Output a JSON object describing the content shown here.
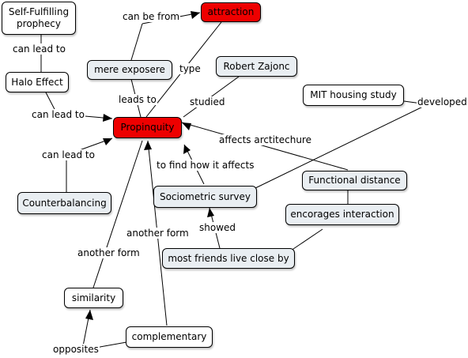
{
  "concepts": {
    "self_fulfilling": "Self-Fulfilling prophecy",
    "attraction": "attraction",
    "mere_exposure": "mere exposere",
    "robert_zajonc": "Robert Zajonc",
    "halo_effect": "Halo Effect",
    "mit_study": "MIT housing study",
    "propinquity": "Propinquity",
    "functional_distance": "Functional distance",
    "sociometric": "Sociometric survey",
    "counterbalancing": "Counterbalancing",
    "encourages": "encorages interaction",
    "most_friends": "most friends live close by",
    "similarity": "similarity",
    "complementary": "complementary"
  },
  "links": {
    "can_be_from": "can be from",
    "can_lead_to_1": "can lead to",
    "type": "type",
    "leads_to": "leads to",
    "studied": "studied",
    "developed": "developed",
    "can_lead_to_2": "can lead to",
    "affects_architecture": "affects arctitechure",
    "can_lead_to_3": "can lead to",
    "to_find": "to find how it affects",
    "showed": "showed",
    "another_form_1": "another form",
    "another_form_2": "another form",
    "opposites": "opposites"
  },
  "colors": {
    "focus_node": "#ee0000",
    "blue_node": "#e9eef2"
  }
}
